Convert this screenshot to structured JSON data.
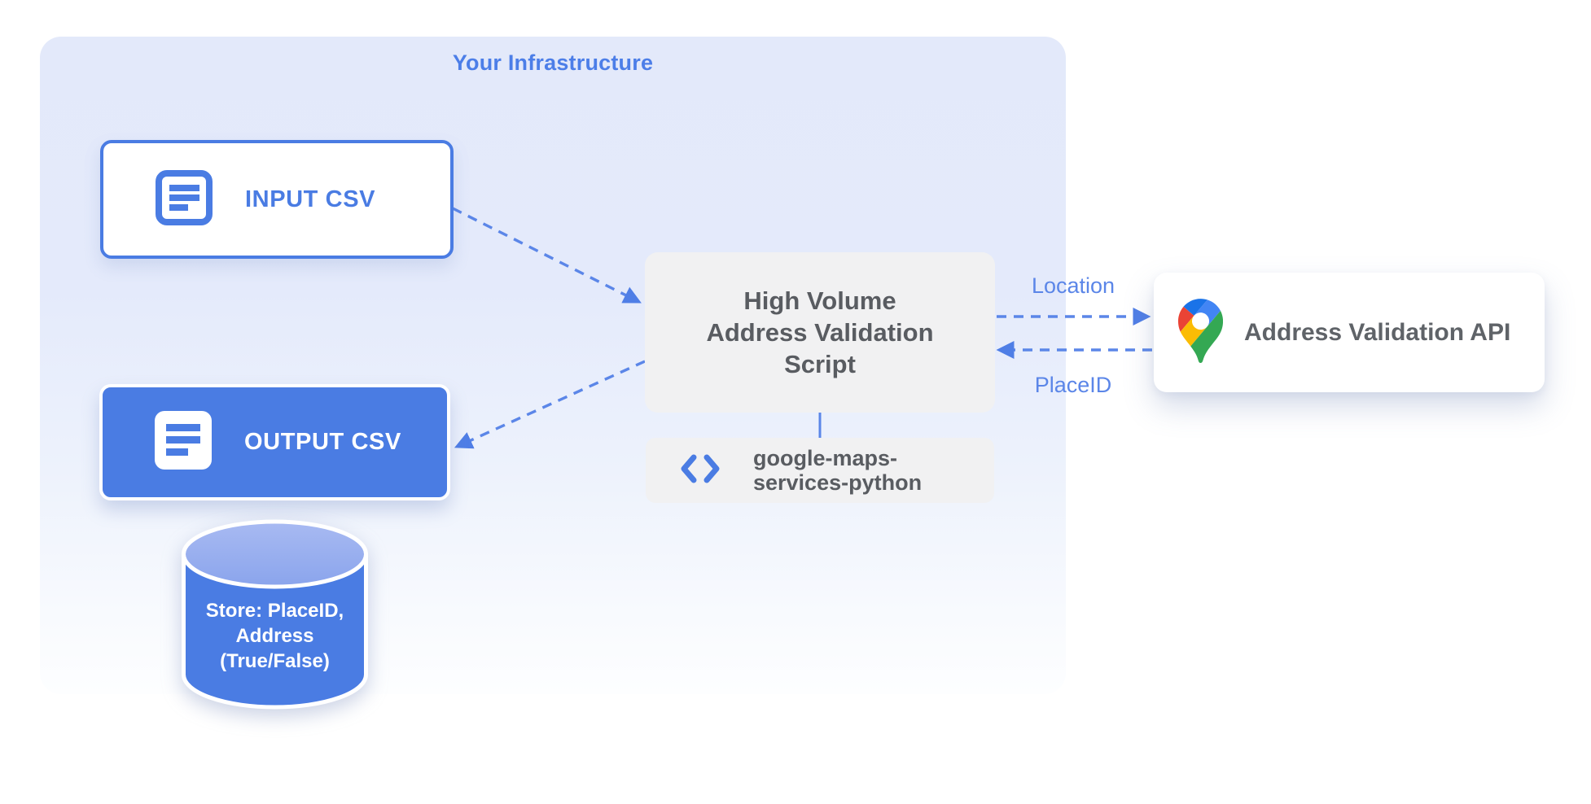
{
  "infrastructure": {
    "title": "Your Infrastructure"
  },
  "nodes": {
    "input_csv": {
      "label": "INPUT CSV",
      "icon": "document-icon"
    },
    "output_csv": {
      "label": "OUTPUT CSV",
      "icon": "document-icon"
    },
    "datastore": {
      "line1": "Store: PlaceID,",
      "line2": "Address",
      "line3": "(True/False)",
      "icon": "database-cylinder"
    },
    "script": {
      "line1": "High Volume",
      "line2": "Address Validation",
      "line3": "Script"
    },
    "library": {
      "line1": "google-maps-",
      "line2": "services-python",
      "icon": "code-icon"
    },
    "api": {
      "label": "Address Validation API",
      "icon": "google-maps-pin-icon"
    }
  },
  "edges": {
    "script_to_api": {
      "label": "Location"
    },
    "api_to_script": {
      "label": "PlaceID"
    }
  },
  "colors": {
    "accent_blue": "#4a7ce3",
    "arrow_blue": "#5b86e8",
    "title_blue": "#4c7ee8",
    "box_gray": "#f1f1f2",
    "text_gray": "#595c61",
    "api_text_gray": "#5f6368",
    "container_blue": "#e3e9fa",
    "cylinder_top_light": "#a8baf2",
    "cylinder_top_dark": "#8aa4ec",
    "pin_red": "#ea4335",
    "pin_blue": "#4285f4",
    "pin_dark_blue": "#1a73e8",
    "pin_yellow": "#fbbc04",
    "pin_green": "#34a853"
  }
}
